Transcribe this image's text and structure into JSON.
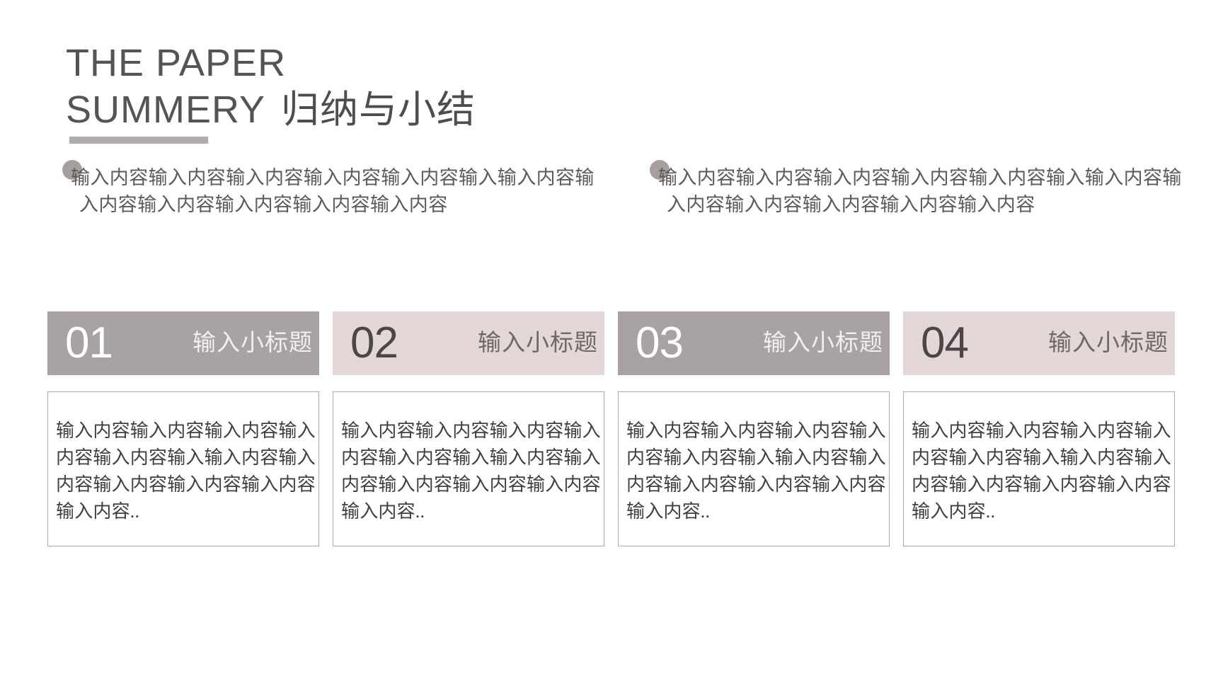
{
  "slide": {
    "title": {
      "line1": "THE PAPER",
      "line2_en": "SUMMERY",
      "line2_cn": "归纳与小结"
    },
    "bullets": [
      {
        "text": "输入内容输入内容输入内容输入内容输入内容输入输入内容输入内容输入内容输入内容输入内容输入内容"
      },
      {
        "text": "输入内容输入内容输入内容输入内容输入内容输入输入内容输入内容输入内容输入内容输入内容输入内容"
      }
    ],
    "cards": [
      {
        "number": "01",
        "subtitle": "输入小标题",
        "theme": "gray",
        "body": "输入内容输入内容输入内容输入内容输入内容输入输入内容输入内容输入内容输入内容输入内容输入内容.."
      },
      {
        "number": "02",
        "subtitle": "输入小标题",
        "theme": "pink",
        "body": "输入内容输入内容输入内容输入内容输入内容输入输入内容输入内容输入内容输入内容输入内容输入内容.."
      },
      {
        "number": "03",
        "subtitle": "输入小标题",
        "theme": "gray",
        "body": "输入内容输入内容输入内容输入内容输入内容输入输入内容输入内容输入内容输入内容输入内容输入内容.."
      },
      {
        "number": "04",
        "subtitle": "输入小标题",
        "theme": "pink",
        "body": "输入内容输入内容输入内容输入内容输入内容输入输入内容输入内容输入内容输入内容输入内容输入内容.."
      }
    ],
    "colors": {
      "title_text": "#565356",
      "title_underline": "#b1acac",
      "bullet_dot": "#a79f9d",
      "bullet_text": "#5d5a5a",
      "header_gray": "#a9a2a2",
      "header_pink": "#e3d8d7",
      "number_on_gray": "#ffffff",
      "number_on_pink": "#4b4748",
      "subtitle_on_gray": "#f2efef",
      "subtitle_on_pink": "#6e6868",
      "body_border": "#adaaaa",
      "body_text": "#413e3f",
      "background": "#ffffff"
    }
  }
}
